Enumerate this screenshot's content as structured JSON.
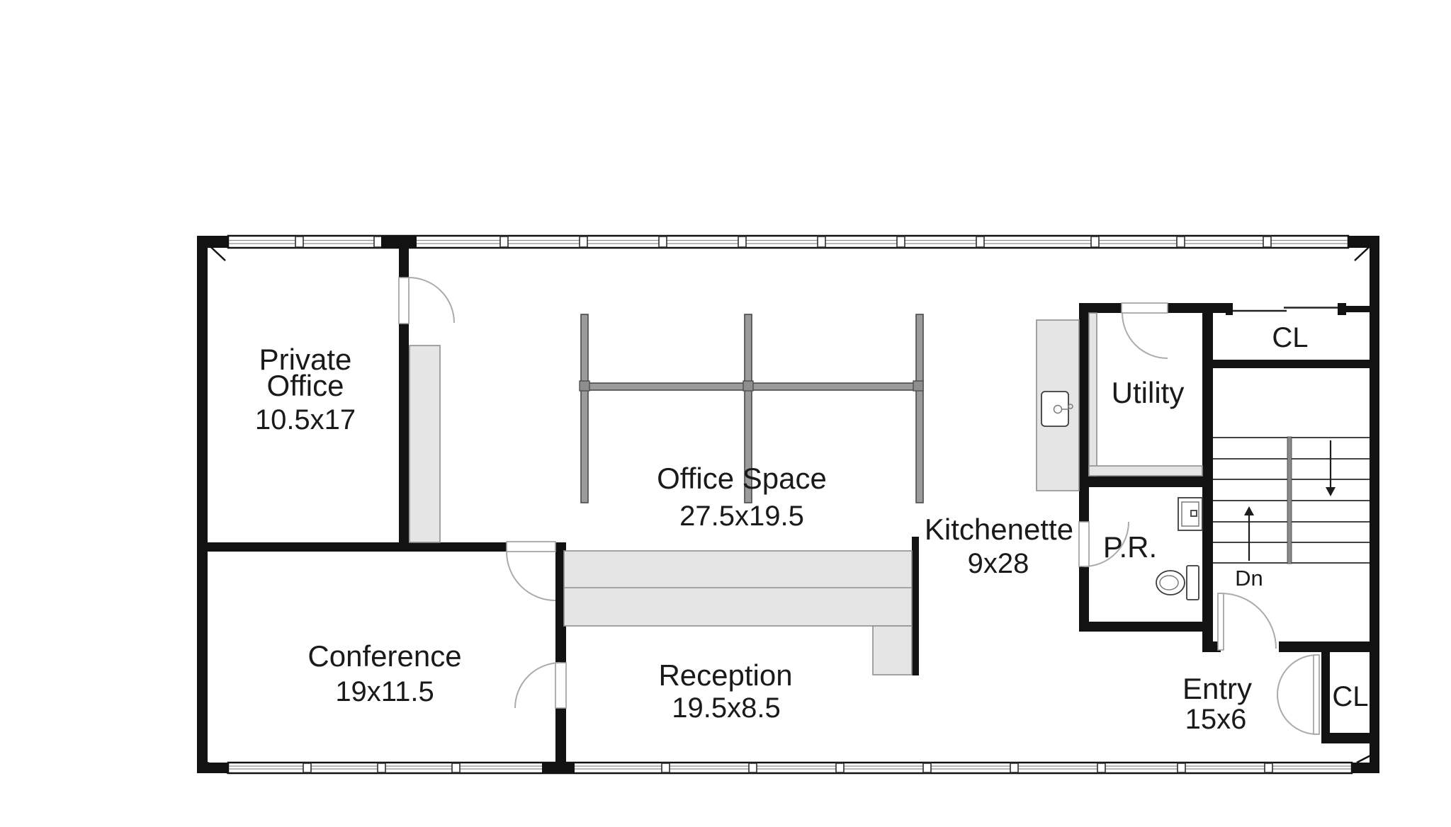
{
  "plan_type": "office-floor-plan",
  "colors": {
    "wall": "#121212",
    "floor": "#ffffff",
    "furniture_fill": "#e5e5e5",
    "furniture_border": "#8f8f8f",
    "desk_bar": "#9b9b9b",
    "door_arc": "#ababab",
    "text": "#1a1a1a"
  },
  "rooms": [
    {
      "name": "Private Office",
      "line1": "Private",
      "line2": "Office",
      "dims": "10.5x17"
    },
    {
      "name": "Conference",
      "dims": "19x11.5"
    },
    {
      "name": "Office Space",
      "dims": "27.5x19.5"
    },
    {
      "name": "Reception",
      "dims": "19.5x8.5"
    },
    {
      "name": "Kitchenette",
      "dims": "9x28"
    },
    {
      "name": "Utility"
    },
    {
      "name": "P.R."
    },
    {
      "name": "Entry",
      "dims": "15x6"
    },
    {
      "name": "CL"
    },
    {
      "name": "CL"
    }
  ],
  "stairs": {
    "down_label": "Dn"
  }
}
